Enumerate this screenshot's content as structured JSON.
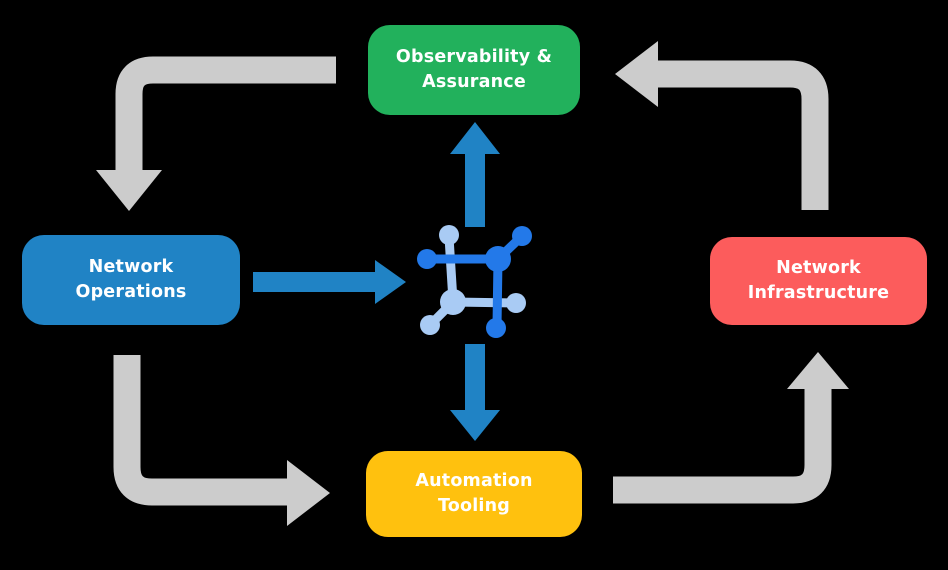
{
  "colors": {
    "background": "#000000",
    "arrow_gray": "#CCCCCC",
    "arrow_blue": "#2083C5",
    "icon_blue_dark": "#2379E9",
    "icon_blue_light": "#A9CBF4",
    "text_white": "#FFFFFF"
  },
  "center_icon": "network-nodes-icon",
  "nodes": {
    "observability": {
      "line1": "Observability &",
      "line2": "Assurance",
      "color": "#22B15C"
    },
    "operations": {
      "line1": "Network",
      "line2": "Operations",
      "color": "#2083C5"
    },
    "infrastructure": {
      "line1": "Network",
      "line2": "Infrastructure",
      "color": "#FC5C5C"
    },
    "automation": {
      "line1": "Automation",
      "line2": "Tooling",
      "color": "#FFC10E"
    }
  }
}
